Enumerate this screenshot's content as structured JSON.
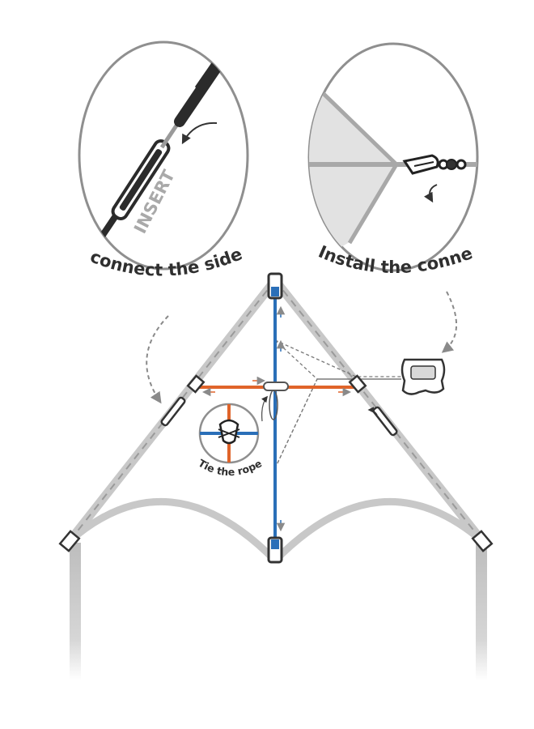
{
  "callouts": {
    "side_rods": {
      "caption": "connect the side rods.",
      "insert_label": "INSERT"
    },
    "connector": {
      "caption": "Install the connector."
    },
    "rope": {
      "caption": "Tie the rope."
    }
  },
  "colors": {
    "spine": "#2a6fb8",
    "spreader": "#e0642a",
    "frame": "#c8c8c8",
    "dark_rod": "#2b2b2b",
    "sail_fill": "#e2e2e2",
    "outline": "#9a9a9a"
  },
  "icons": [
    "arrow-icon",
    "connector-swivel-icon",
    "line-winder-icon",
    "knot-icon"
  ]
}
